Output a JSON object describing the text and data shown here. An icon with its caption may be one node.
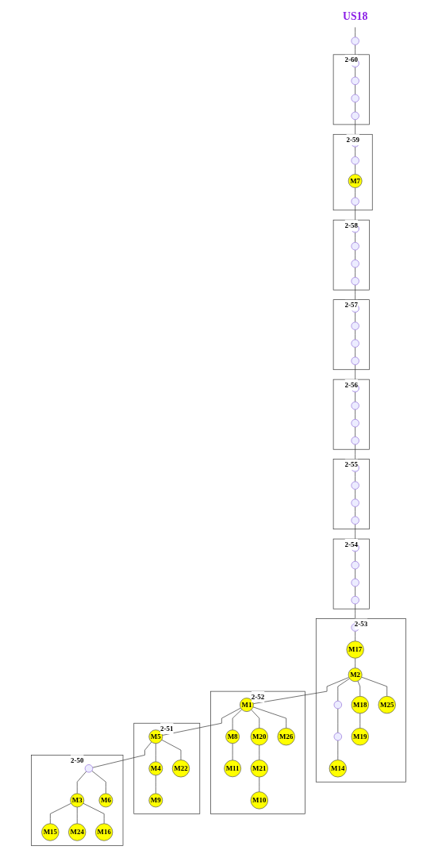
{
  "diagram": {
    "nodes": [
      {
        "text": [
          "US18"
        ]
      },
      {
        "text": [],
        "shape": "circle"
      },
      {
        "text": [
          "2-60"
        ]
      },
      {
        "text": [],
        "shape": "circle",
        "in": 2
      },
      {
        "text": [],
        "shape": "circle",
        "in": 2
      },
      {
        "text": [],
        "shape": "circle",
        "in": 2
      },
      {
        "text": [],
        "shape": "circle",
        "in": 2
      },
      {
        "text": [
          "2-59"
        ]
      },
      {
        "text": [],
        "shape": "circle",
        "in": 7
      },
      {
        "text": [],
        "shape": "circle",
        "in": 7
      },
      {
        "text": [
          "M7"
        ],
        "in": 7
      },
      {
        "text": [],
        "shape": "circle",
        "in": 7
      },
      {
        "text": [
          "2-58"
        ]
      },
      {
        "text": [],
        "shape": "circle",
        "in": 12
      },
      {
        "text": [],
        "shape": "circle",
        "in": 12
      },
      {
        "text": [],
        "shape": "circle",
        "in": 12
      },
      {
        "text": [],
        "shape": "circle",
        "in": 12
      },
      {
        "text": [
          "2-57"
        ]
      },
      {
        "text": [],
        "shape": "circle",
        "in": 17
      },
      {
        "text": [],
        "shape": "circle",
        "in": 17
      },
      {
        "text": [],
        "shape": "circle",
        "in": 17
      },
      {
        "text": [],
        "shape": "circle",
        "in": 17
      },
      {
        "text": [
          "2-56"
        ]
      },
      {
        "text": [],
        "shape": "circle",
        "in": 22
      },
      {
        "text": [],
        "shape": "circle",
        "in": 22
      },
      {
        "text": [],
        "shape": "circle",
        "in": 22
      },
      {
        "text": [],
        "shape": "circle",
        "in": 22
      },
      {
        "text": [
          "2-55"
        ]
      },
      {
        "text": [],
        "shape": "circle",
        "in": 27
      },
      {
        "text": [],
        "shape": "circle",
        "in": 27
      },
      {
        "text": [],
        "shape": "circle",
        "in": 27
      },
      {
        "text": [],
        "shape": "circle",
        "in": 27
      },
      {
        "text": [
          "2-54"
        ]
      },
      {
        "text": [],
        "shape": "circle",
        "in": 32
      },
      {
        "text": [],
        "shape": "circle",
        "in": 32
      },
      {
        "text": [],
        "shape": "circle",
        "in": 32
      },
      {
        "text": [],
        "shape": "circle",
        "in": 32
      },
      {
        "text": [
          "2-53"
        ]
      },
      {
        "text": [],
        "shape": "circle",
        "in": 37
      },
      {
        "text": [
          "M17"
        ],
        "in": 37
      },
      {
        "text": [
          "M2"
        ],
        "in": 37
      },
      {
        "text": [
          "M25"
        ],
        "in": 37
      },
      {
        "text": [
          "M18"
        ],
        "in": 37
      },
      {
        "text": [
          "M19"
        ],
        "in": 37
      },
      {
        "text": [],
        "shape": "circle",
        "in": 37
      },
      {
        "text": [],
        "shape": "circle",
        "in": 37
      },
      {
        "text": [
          "M14"
        ],
        "in": 37
      },
      {
        "text": [
          "2-52"
        ]
      },
      {
        "text": [
          "M1"
        ],
        "in": 47
      },
      {
        "text": [
          "M26"
        ],
        "in": 47
      },
      {
        "text": [
          "M20"
        ],
        "in": 47
      },
      {
        "text": [
          "M21"
        ],
        "in": 47
      },
      {
        "text": [
          "M8"
        ],
        "in": 47
      },
      {
        "text": [
          "M10"
        ],
        "in": 47
      },
      {
        "text": [
          "M11"
        ],
        "in": 47
      },
      {
        "text": [
          "2-51"
        ]
      },
      {
        "text": [
          "M5"
        ],
        "in": 55
      },
      {
        "text": [
          "M22"
        ],
        "in": 55
      },
      {
        "text": [
          "M4"
        ],
        "in": 55
      },
      {
        "text": [
          "M9"
        ],
        "in": 55
      },
      {
        "text": [
          "2-50"
        ]
      },
      {
        "text": [],
        "shape": "circle",
        "in": 60
      },
      {
        "text": [
          "M6"
        ],
        "in": 60
      },
      {
        "text": [
          "M3"
        ],
        "in": 60
      },
      {
        "text": [
          "M16"
        ],
        "in": 60
      },
      {
        "text": [
          "M24"
        ],
        "in": 60
      },
      {
        "text": [
          "M15"
        ],
        "in": 60
      }
    ],
    "edges": [
      {
        "from": 0,
        "to": 1,
        "arrow": "none"
      },
      {
        "from": 1,
        "to": 3,
        "arrow": "none"
      },
      {
        "from": 3,
        "to": 4,
        "arrow": "none"
      },
      {
        "from": 4,
        "to": 5,
        "arrow": "none"
      },
      {
        "from": 5,
        "to": 6,
        "arrow": "none"
      },
      {
        "from": 6,
        "to": 8,
        "arrow": "none"
      },
      {
        "from": 8,
        "to": 9,
        "arrow": "none"
      },
      {
        "from": 9,
        "to": 10,
        "arrow": "none"
      },
      {
        "from": 10,
        "to": 11,
        "arrow": "none"
      },
      {
        "from": 11,
        "to": 13,
        "arrow": "none"
      },
      {
        "from": 13,
        "to": 14,
        "arrow": "none"
      },
      {
        "from": 14,
        "to": 15,
        "arrow": "none"
      },
      {
        "from": 15,
        "to": 16,
        "arrow": "none"
      },
      {
        "from": 16,
        "to": 18,
        "arrow": "none"
      },
      {
        "from": 18,
        "to": 19,
        "arrow": "none"
      },
      {
        "from": 19,
        "to": 20,
        "arrow": "none"
      },
      {
        "from": 20,
        "to": 21,
        "arrow": "none"
      },
      {
        "from": 21,
        "to": 23,
        "arrow": "none"
      },
      {
        "from": 23,
        "to": 24,
        "arrow": "none"
      },
      {
        "from": 24,
        "to": 25,
        "arrow": "none"
      },
      {
        "from": 25,
        "to": 26,
        "arrow": "none"
      },
      {
        "from": 26,
        "to": 28,
        "arrow": "none"
      },
      {
        "from": 28,
        "to": 29,
        "arrow": "none"
      },
      {
        "from": 29,
        "to": 30,
        "arrow": "none"
      },
      {
        "from": 30,
        "to": 31,
        "arrow": "none"
      },
      {
        "from": 31,
        "to": 33,
        "arrow": "none"
      },
      {
        "from": 33,
        "to": 34,
        "arrow": "none"
      },
      {
        "from": 34,
        "to": 35,
        "arrow": "none"
      },
      {
        "from": 35,
        "to": 36,
        "arrow": "none"
      },
      {
        "from": 36,
        "to": 38,
        "arrow": "none"
      },
      {
        "from": 38,
        "to": 39,
        "arrow": "none"
      },
      {
        "from": 39,
        "to": 40,
        "arrow": "none"
      },
      {
        "from": 40,
        "to": 41,
        "arrow": "none"
      },
      {
        "from": 40,
        "to": 42,
        "arrow": "none"
      },
      {
        "from": 42,
        "to": 43,
        "arrow": "none"
      },
      {
        "from": 40,
        "to": 44,
        "arrow": "none"
      },
      {
        "from": 44,
        "to": 45,
        "arrow": "none"
      },
      {
        "from": 45,
        "to": 46,
        "arrow": "none"
      },
      {
        "from": 40,
        "to": 48,
        "arrow": "none"
      },
      {
        "from": 48,
        "to": 49,
        "arrow": "none"
      },
      {
        "from": 48,
        "to": 50,
        "arrow": "none"
      },
      {
        "from": 50,
        "to": 51,
        "arrow": "none"
      },
      {
        "from": 51,
        "to": 53,
        "arrow": "none"
      },
      {
        "from": 48,
        "to": 52,
        "arrow": "none"
      },
      {
        "from": 52,
        "to": 54,
        "arrow": "none"
      },
      {
        "from": 48,
        "to": 56,
        "arrow": "none"
      },
      {
        "from": 56,
        "to": 57,
        "arrow": "none"
      },
      {
        "from": 56,
        "to": 58,
        "arrow": "none"
      },
      {
        "from": 58,
        "to": 59,
        "arrow": "none"
      },
      {
        "from": 56,
        "to": 61,
        "arrow": "none"
      },
      {
        "from": 61,
        "to": 62,
        "arrow": "none"
      },
      {
        "from": 61,
        "to": 63,
        "arrow": "none"
      },
      {
        "from": 63,
        "to": 64,
        "arrow": "none"
      },
      {
        "from": 63,
        "to": 65,
        "arrow": "none"
      },
      {
        "from": 63,
        "to": 66,
        "arrow": "none"
      }
    ]
  }
}
